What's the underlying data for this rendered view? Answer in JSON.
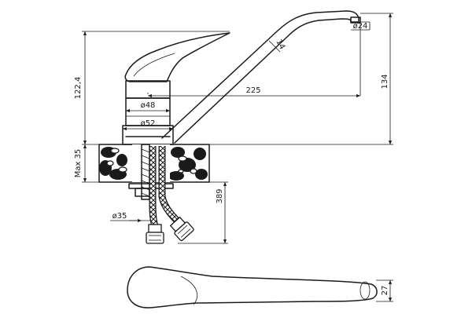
{
  "dimensions": {
    "height_body": "122,4",
    "max_35": "Max 35",
    "phi48": "ø48",
    "phi52": "ø52",
    "phi24": "ø24",
    "reach": "225",
    "spout_tube": "14",
    "height_total": "134",
    "hose_length": "389",
    "phi35": "ø35",
    "handle_height": "27"
  },
  "colors": {
    "line": "#1a1a1a",
    "background": "#ffffff"
  }
}
